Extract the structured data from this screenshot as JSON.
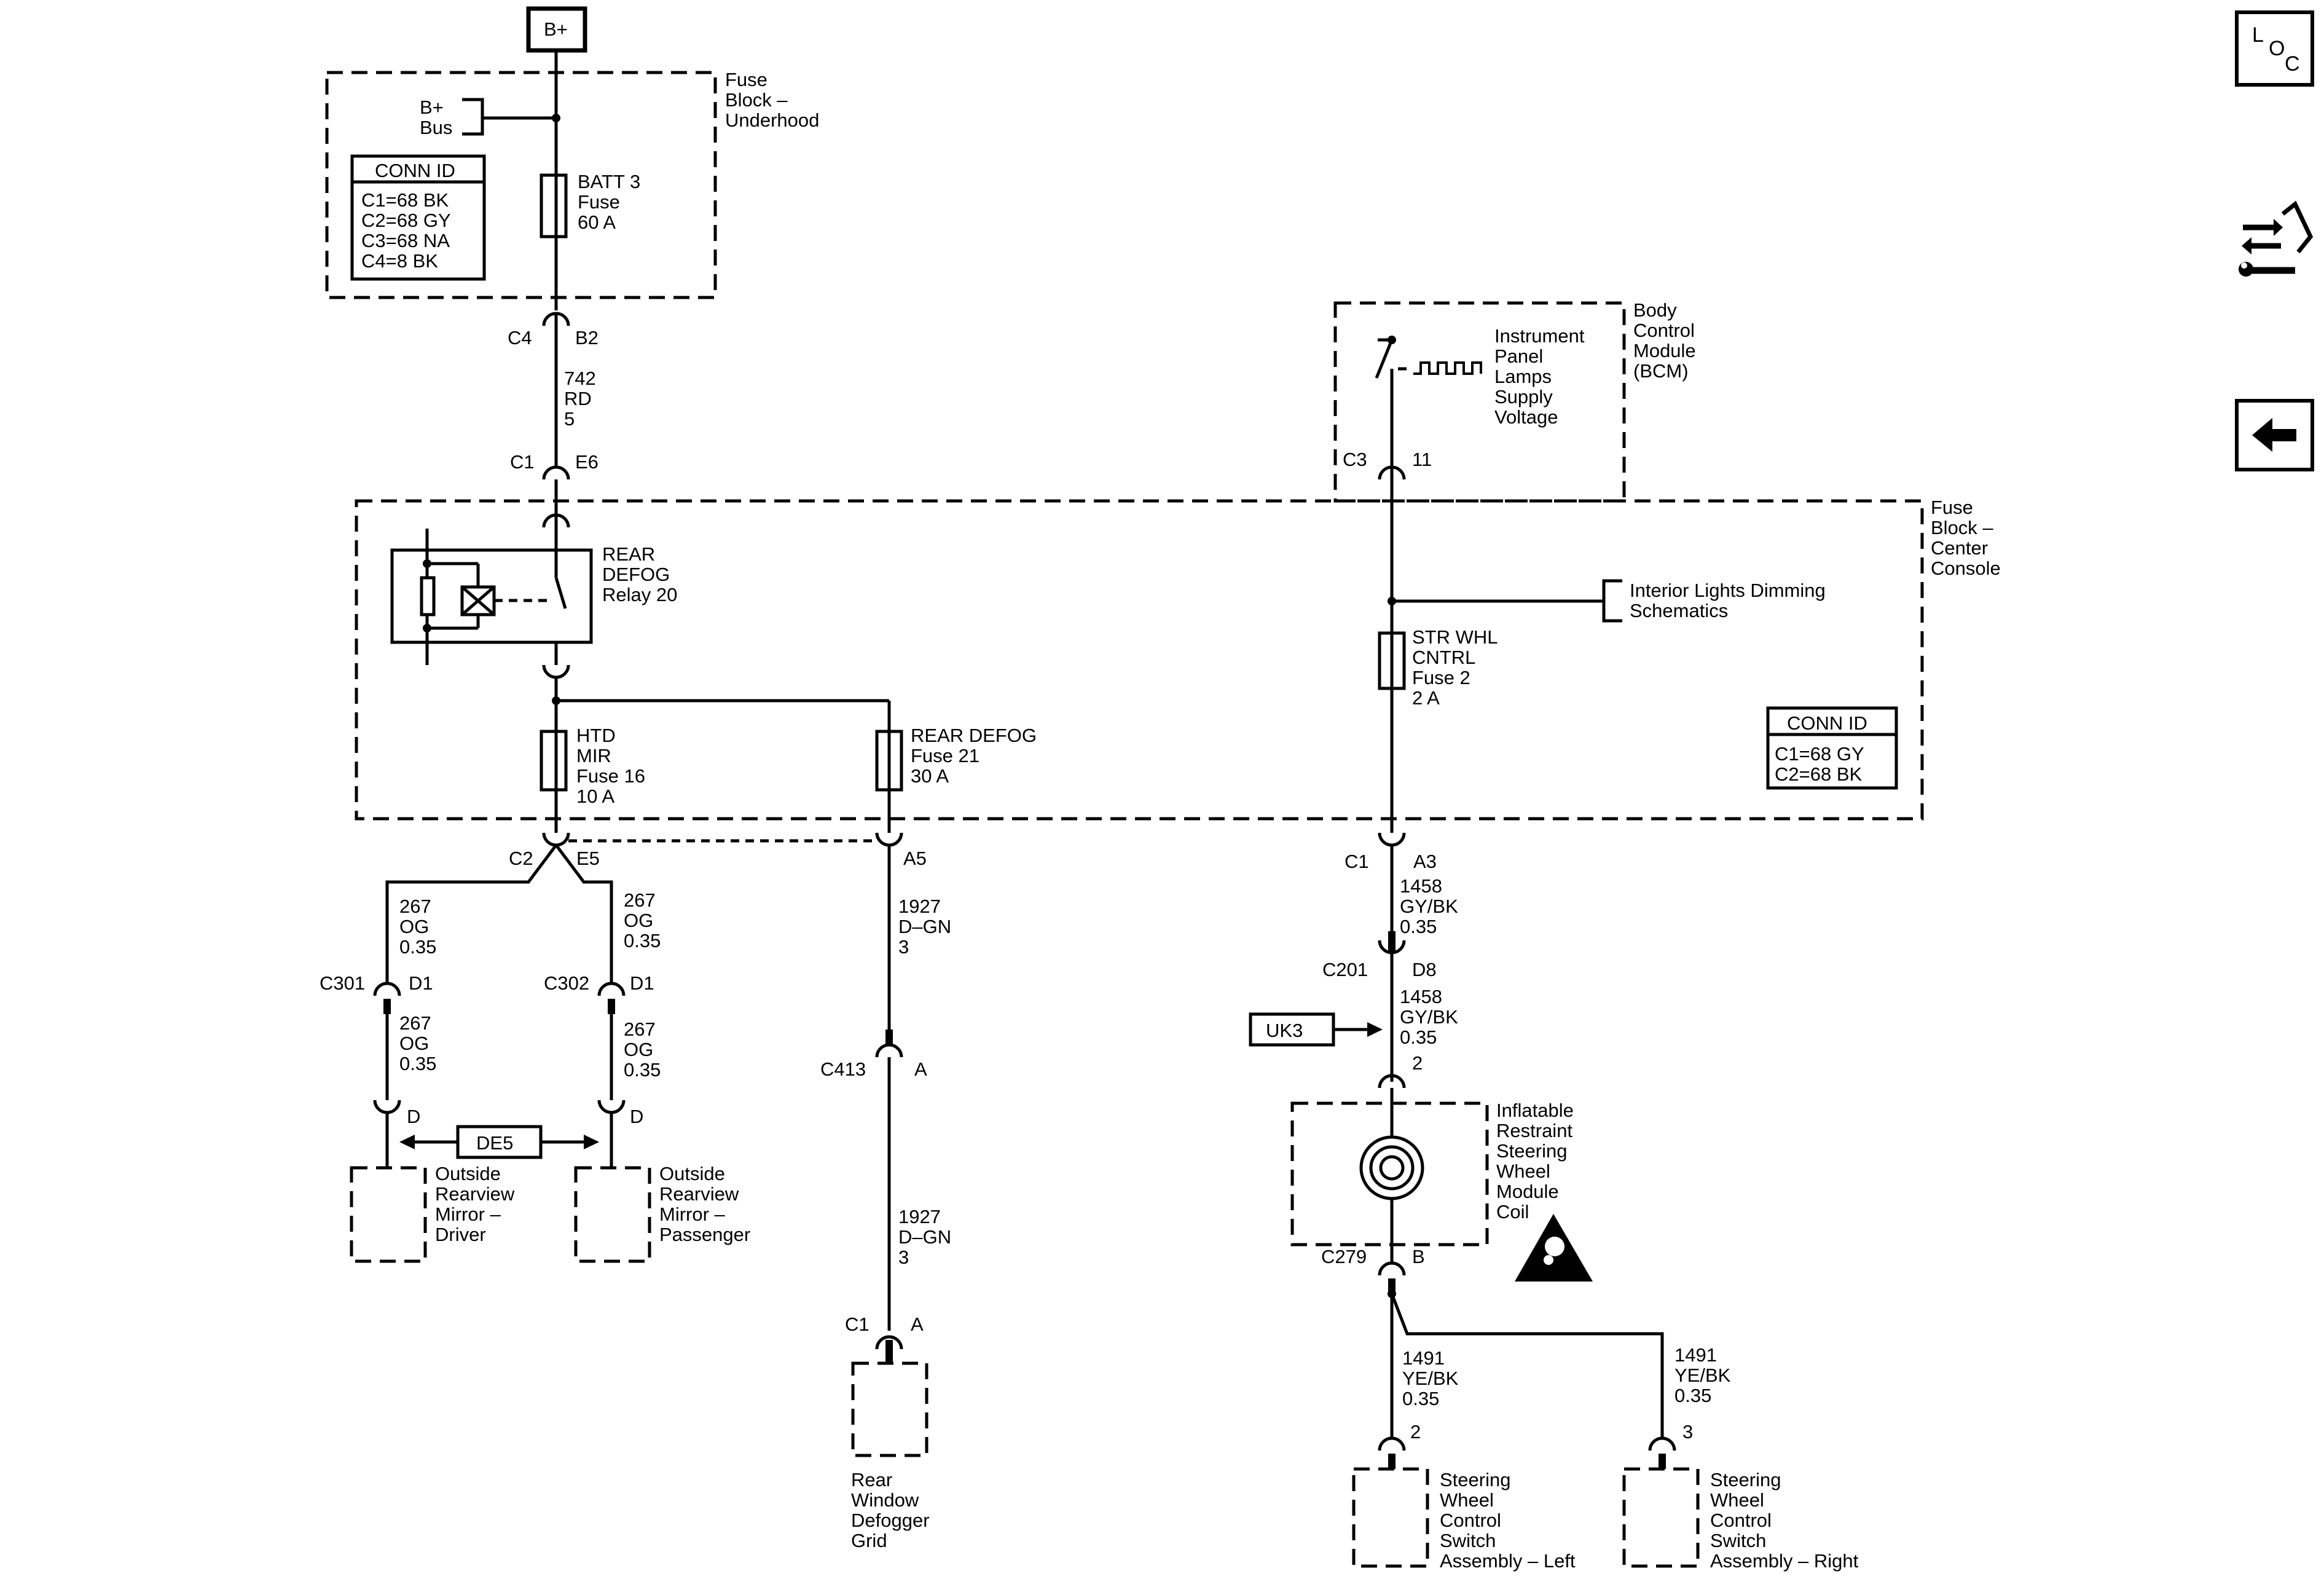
{
  "title_box": "B+",
  "fuse_block_underhood": {
    "title": [
      "Fuse",
      "Block –",
      "Underhood"
    ],
    "bus": [
      "B+",
      "Bus"
    ],
    "fuse": [
      "BATT 3",
      "Fuse",
      "60 A"
    ],
    "conn_id_title": "CONN ID",
    "conn_id": [
      "C1=68 BK",
      "C2=68 GY",
      "C3=68 NA",
      "C4=8 BK"
    ]
  },
  "conn_c4": "C4",
  "pin_b2": "B2",
  "wire_742": [
    "742",
    "RD",
    "5"
  ],
  "conn_c1_top": "C1",
  "pin_e6": "E6",
  "fuse_block_center": {
    "title": [
      "Fuse",
      "Block –",
      "Center",
      "Console"
    ],
    "relay": [
      "REAR",
      "DEFOG",
      "Relay 20"
    ],
    "fuse_htd": [
      "HTD",
      "MIR",
      "Fuse 16",
      "10 A"
    ],
    "fuse_rear_defog": [
      "REAR DEFOG",
      "Fuse 21",
      "30 A"
    ],
    "fuse_str_whl": [
      "STR WHL",
      "CNTRL",
      "Fuse 2",
      "2 A"
    ],
    "conn_id_title": "CONN ID",
    "conn_id": [
      "C1=68 GY",
      "C2=68 BK"
    ]
  },
  "interior_dimming": [
    "Interior Lights Dimming",
    "Schematics"
  ],
  "bcm": {
    "title": [
      "Body",
      "Control",
      "Module",
      "(BCM)"
    ],
    "supply": [
      "Instrument",
      "Panel",
      "Lamps",
      "Supply",
      "Voltage"
    ],
    "conn": "C3",
    "pin": "11"
  },
  "conn_c2": "C2",
  "pin_e5": "E5",
  "pin_a5": "A5",
  "conn_c1_a3": "C1",
  "pin_a3": "A3",
  "wire_267_left": [
    "267",
    "OG",
    "0.35"
  ],
  "wire_267_right": [
    "267",
    "OG",
    "0.35"
  ],
  "conn_c301": "C301",
  "pin_c301": "D1",
  "conn_c302": "C302",
  "pin_c302": "D1",
  "wire_267_left_b": [
    "267",
    "OG",
    "0.35"
  ],
  "wire_267_right_b": [
    "267",
    "OG",
    "0.35"
  ],
  "pin_d_left": "D",
  "pin_d_right": "D",
  "ref_de5": "DE5",
  "mirror_driver": [
    "Outside",
    "Rearview",
    "Mirror –",
    "Driver"
  ],
  "mirror_passenger": [
    "Outside",
    "Rearview",
    "Mirror –",
    "Passenger"
  ],
  "wire_1927_a": [
    "1927",
    "D–GN",
    "3"
  ],
  "conn_c413": "C413",
  "pin_c413": "A",
  "wire_1927_b": [
    "1927",
    "D–GN",
    "3"
  ],
  "conn_c1_grid": "C1",
  "pin_grid": "A",
  "defogger_grid": [
    "Rear",
    "Window",
    "Defogger",
    "Grid"
  ],
  "wire_1458_a": [
    "1458",
    "GY/BK",
    "0.35"
  ],
  "conn_c201": "C201",
  "pin_c201": "D8",
  "wire_1458_b": [
    "1458",
    "GY/BK",
    "0.35"
  ],
  "ref_uk3": "UK3",
  "pin_coil_top": "2",
  "coil": [
    "Inflatable",
    "Restraint",
    "Steering",
    "Wheel",
    "Module",
    "Coil"
  ],
  "conn_c279": "C279",
  "pin_c279": "B",
  "wire_1491_left": [
    "1491",
    "YE/BK",
    "0.35"
  ],
  "wire_1491_right": [
    "1491",
    "YE/BK",
    "0.35"
  ],
  "pin_switch_left": "2",
  "pin_switch_right": "3",
  "switch_left": [
    "Steering",
    "Wheel",
    "Control",
    "Switch",
    "Assembly – Left"
  ],
  "switch_right": [
    "Steering",
    "Wheel",
    "Control",
    "Switch",
    "Assembly – Right"
  ],
  "nav": {
    "loc_icon": "LOC",
    "loc_letters": [
      "L",
      "O",
      "C"
    ],
    "wrench_icon": "arrows-wrench-icon",
    "back_icon": "back-arrow-icon"
  }
}
